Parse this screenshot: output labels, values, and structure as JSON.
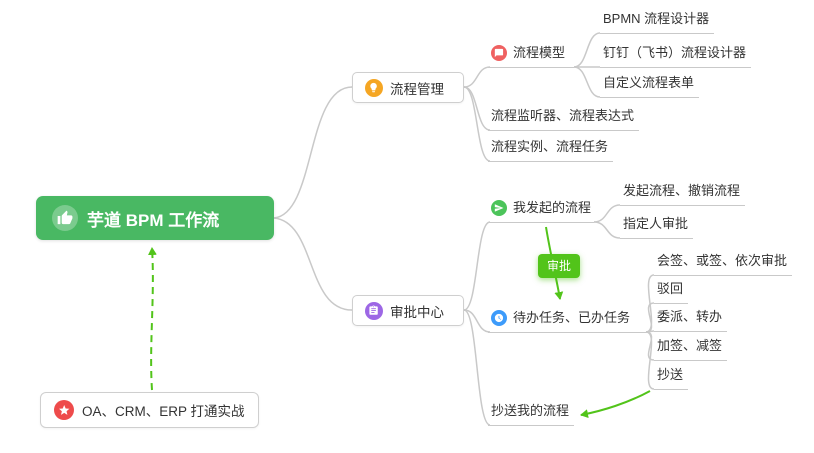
{
  "root": {
    "label": "芋道 BPM 工作流"
  },
  "practice_note": {
    "label": "OA、CRM、ERP 打通实战"
  },
  "flow_badge": {
    "label": "审批"
  },
  "process_management": {
    "label": "流程管理",
    "process_model": {
      "label": "流程模型",
      "bpmn_designer": "BPMN 流程设计器",
      "dingtalk_feishu_designer": "钉钉（飞书）流程设计器",
      "custom_process_form": "自定义流程表单"
    },
    "listener_expression": "流程监听器、流程表达式",
    "instance_task": "流程实例、流程任务"
  },
  "approval_center": {
    "label": "审批中心",
    "my_initiated": {
      "label": "我发起的流程",
      "initiate_cancel": "发起流程、撤销流程",
      "assigned_approver": "指定人审批"
    },
    "tasks": {
      "label": "待办任务、已办任务",
      "countersign_or_sequential": "会签、或签、依次审批",
      "reject": "驳回",
      "delegate_transfer": "委派、转办",
      "add_reduce_sign": "加签、减签",
      "cc": "抄送"
    },
    "cc_my_process": {
      "label": "抄送我的流程"
    }
  },
  "icons": {
    "root": "thumbs-up-icon",
    "process_management": "lightbulb-icon",
    "process_model": "chat-bubble-icon",
    "approval_center": "clipboard-icon",
    "my_initiated": "paper-plane-icon",
    "tasks": "clock-icon",
    "practice_note": "star-icon"
  },
  "colors": {
    "root_bg": "#49b863",
    "link_line": "#c9c9c9",
    "arrow_green": "#52c41a",
    "badge_bg": "#52c41a",
    "icon_orange": "#f5a623",
    "icon_red": "#ef6161",
    "icon_purple": "#9d67e5",
    "icon_green": "#4cc45a",
    "icon_blue": "#3d9bfa",
    "icon_star_red": "#ee4b4b"
  }
}
